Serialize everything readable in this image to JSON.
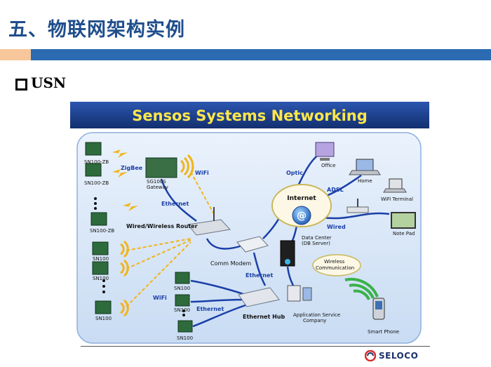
{
  "slide": {
    "title": "五、物联网架构实例",
    "bullet": "USN"
  },
  "diagram": {
    "banner_title": "Sensos Systems Networking",
    "labels": {
      "sn100_zb_1": "SN100-ZB",
      "sn100_zb_2": "SN100-ZB",
      "sn100_zb_3": "SN100-ZB",
      "zigbee": "ZigBee",
      "sg100s": "SG100S",
      "gateway": "Gateway",
      "wifi_top": "WiFi",
      "ethernet_left": "Ethernet",
      "router": "Wired/Wireless Router",
      "sn100_1": "SN100",
      "sn100_2": "SN100",
      "sn100_3": "SN100",
      "sn100_4": "SN100",
      "sn100_5": "SN100",
      "sn100_6": "SN100",
      "wifi_bottom": "WiFi",
      "ethernet_bottom": "Ethernet",
      "comm_modem": "Comm Modem",
      "ethernet_mid": "Ethernet",
      "ethernet_hub": "Ethernet Hub",
      "internet": "Internet",
      "optic": "Optic",
      "office": "Office",
      "adsl": "ADSL",
      "home": "Home",
      "wifi_terminal": "WiFi Terminal",
      "wired": "Wired",
      "note_pad": "Note Pad",
      "data_center": "Data Center",
      "db_server": "(DB Server)",
      "wireless": "Wireless",
      "communication": "Communication",
      "app_service": "Application Service",
      "company": "Company",
      "smart_phone": "Smart Phone"
    }
  },
  "logo": {
    "text": "SELOCO"
  },
  "colors": {
    "title": "#1f4e8c",
    "title_bar_blue": "#2a6bb1",
    "title_bar_orange": "#f7c79b",
    "banner": "#1c3f8f",
    "banner_text": "#ffe74a",
    "panel": "#dce9f8",
    "cable": "#1a3fa8",
    "wireless": "#f2b41a"
  }
}
